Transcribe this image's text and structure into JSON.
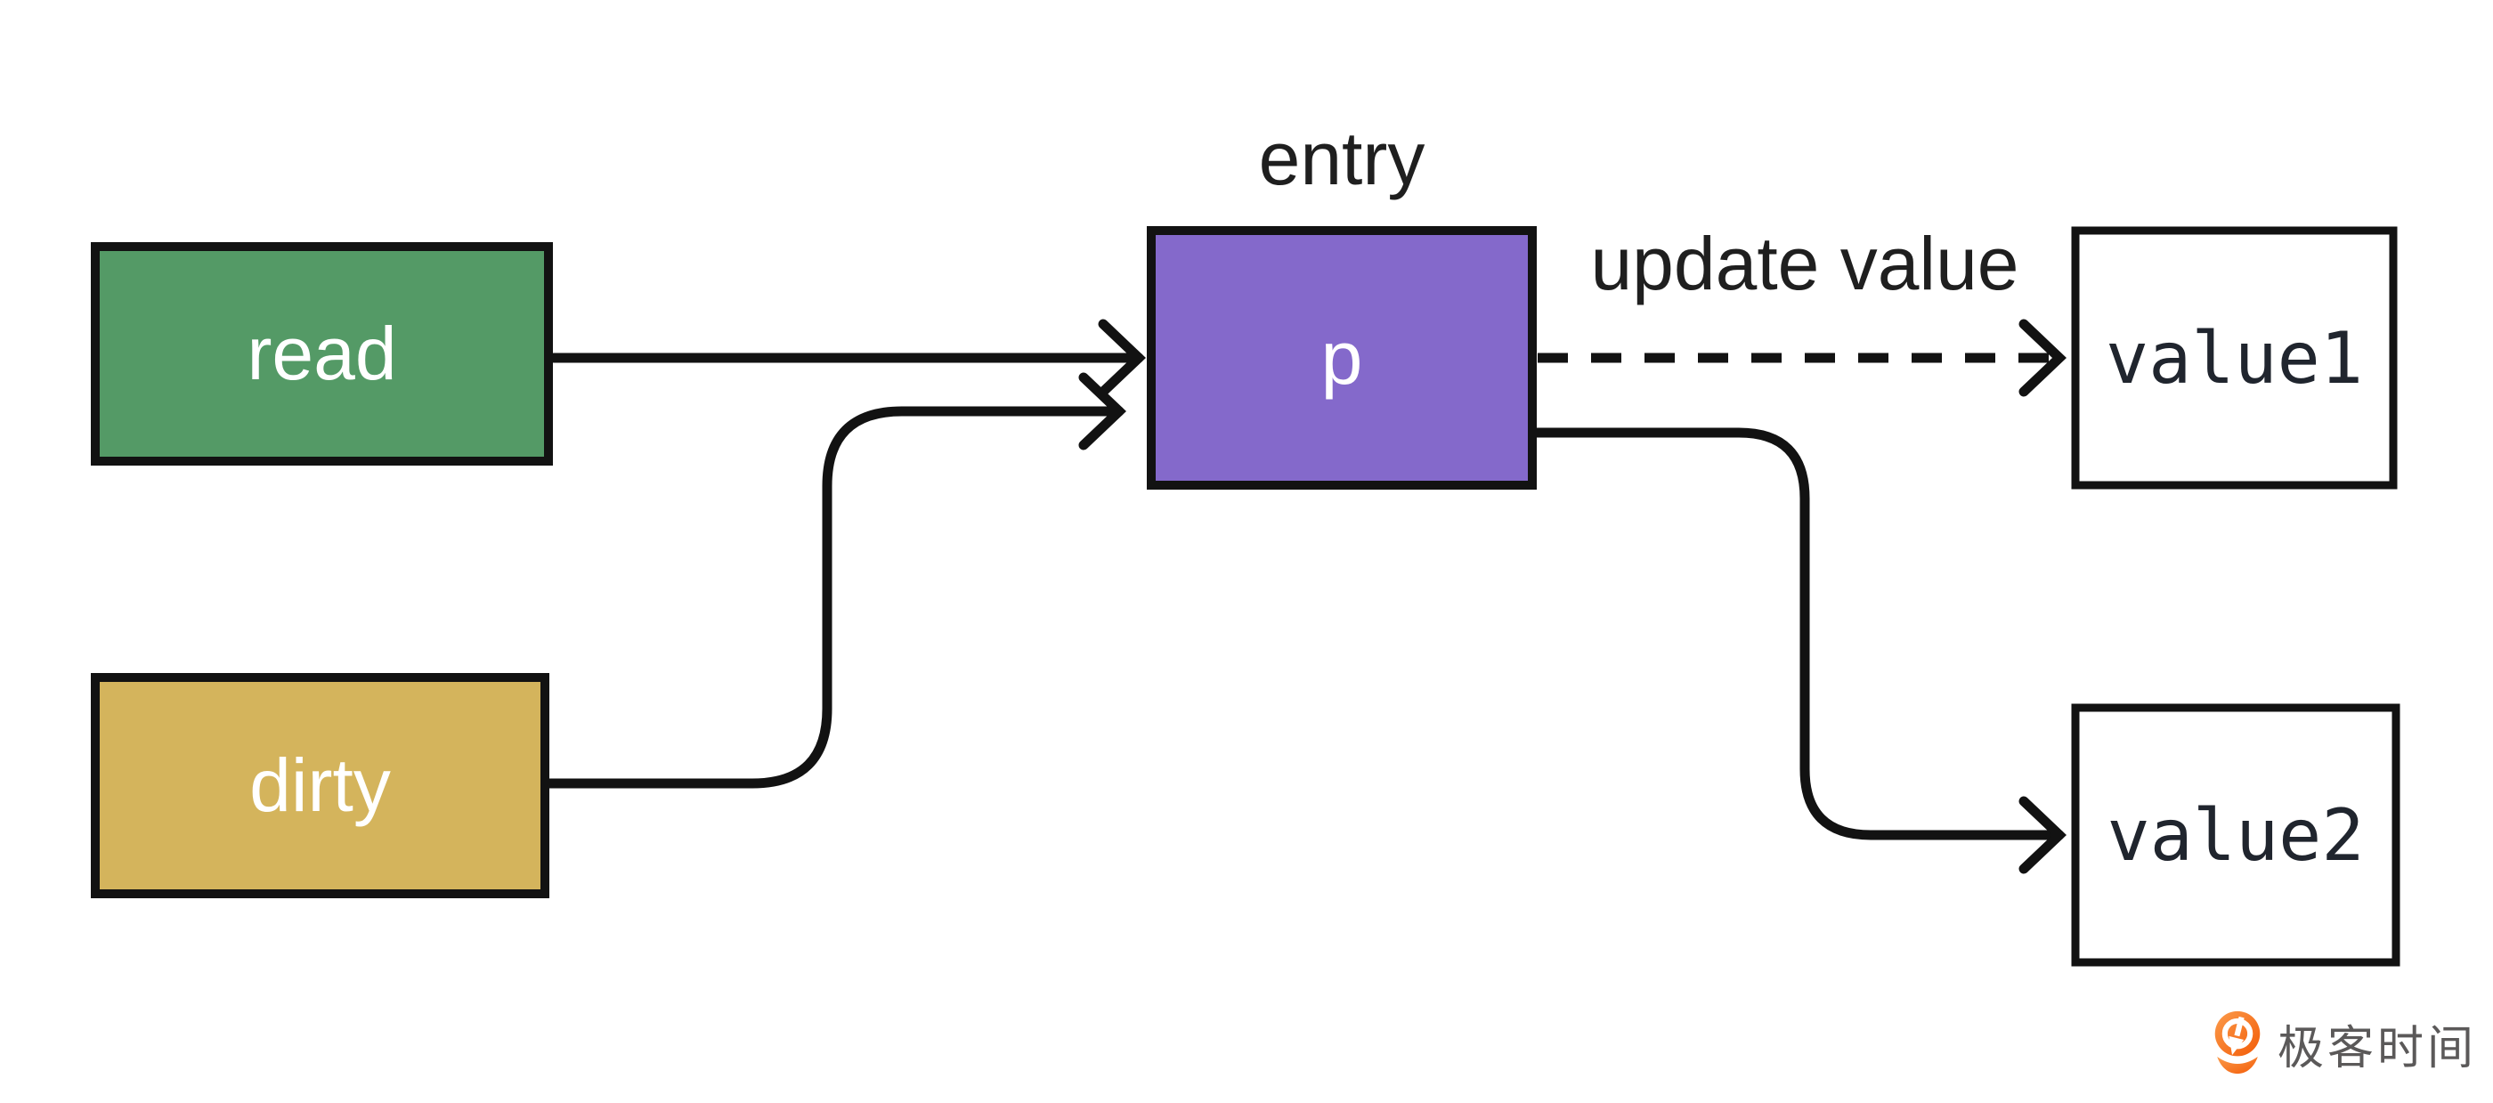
{
  "diagram": {
    "entry_label": "entry",
    "nodes": {
      "read": {
        "label": "read",
        "fill": "#549a66"
      },
      "dirty": {
        "label": "dirty",
        "fill": "#d4b45c"
      },
      "p": {
        "label": "p",
        "fill": "#8469cb"
      },
      "value1": {
        "label": "value1",
        "fill": "#ffffff"
      },
      "value2": {
        "label": "value2",
        "fill": "#ffffff"
      }
    },
    "edges": {
      "read_to_p": {
        "style": "solid"
      },
      "dirty_to_p": {
        "style": "solid"
      },
      "p_to_value1": {
        "style": "dashed",
        "label": "update value"
      },
      "p_to_value2": {
        "style": "solid"
      }
    },
    "colors": {
      "edge_stroke": "#121212",
      "box_border": "#121212",
      "label_text": "#1f1f1f",
      "box_text_light": "#ffffff",
      "box_text_dark": "#20252e"
    }
  },
  "branding": {
    "logo_text": "极客时间",
    "logo_orange": "#f8671f",
    "logo_text_color": "#5b5959"
  }
}
